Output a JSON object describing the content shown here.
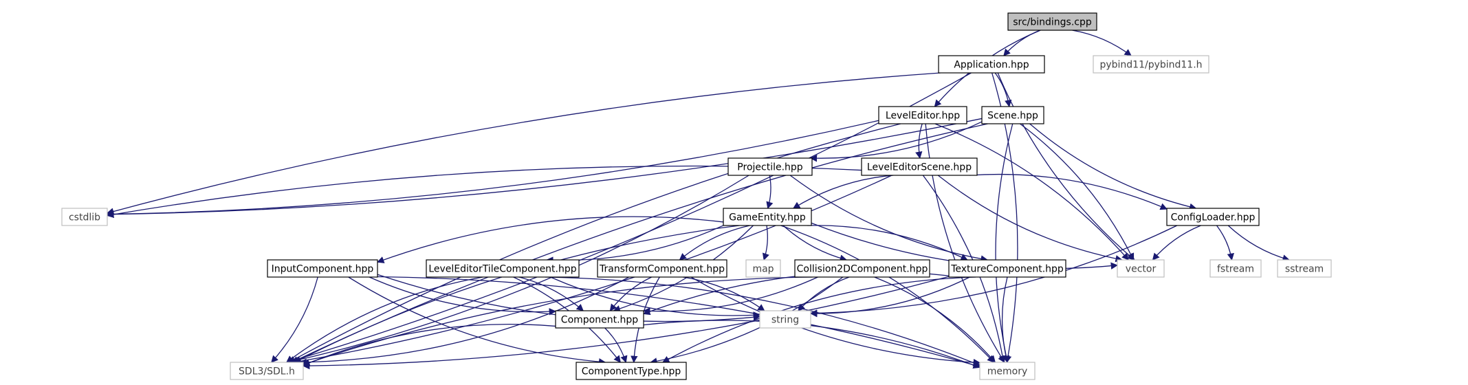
{
  "graph": {
    "colors": {
      "edge": "#191970",
      "node_border": "#000000",
      "external_border": "#bfbfbf",
      "root_fill": "#bfbfbf",
      "node_fill": "#ffffff",
      "external_text": "#444444"
    },
    "nodes": [
      {
        "id": "root",
        "label": "src/bindings.cpp",
        "kind": "root"
      },
      {
        "id": "application",
        "label": "Application.hpp",
        "kind": "file"
      },
      {
        "id": "pybind",
        "label": "pybind11/pybind11.h",
        "kind": "external"
      },
      {
        "id": "leveleditor",
        "label": "LevelEditor.hpp",
        "kind": "file"
      },
      {
        "id": "scene",
        "label": "Scene.hpp",
        "kind": "file"
      },
      {
        "id": "projectile",
        "label": "Projectile.hpp",
        "kind": "file"
      },
      {
        "id": "leveleditorscene",
        "label": "LevelEditorScene.hpp",
        "kind": "file"
      },
      {
        "id": "cstdlib",
        "label": "cstdlib",
        "kind": "external"
      },
      {
        "id": "gameentity",
        "label": "GameEntity.hpp",
        "kind": "file"
      },
      {
        "id": "configloader",
        "label": "ConfigLoader.hpp",
        "kind": "file"
      },
      {
        "id": "inputcomponent",
        "label": "InputComponent.hpp",
        "kind": "file"
      },
      {
        "id": "leveleditortile",
        "label": "LevelEditorTileComponent.hpp",
        "kind": "file"
      },
      {
        "id": "transform",
        "label": "TransformComponent.hpp",
        "kind": "file"
      },
      {
        "id": "map",
        "label": "map",
        "kind": "external"
      },
      {
        "id": "collision",
        "label": "Collision2DComponent.hpp",
        "kind": "file"
      },
      {
        "id": "texture",
        "label": "TextureComponent.hpp",
        "kind": "file"
      },
      {
        "id": "vector",
        "label": "vector",
        "kind": "external"
      },
      {
        "id": "fstream",
        "label": "fstream",
        "kind": "external"
      },
      {
        "id": "sstream",
        "label": "sstream",
        "kind": "external"
      },
      {
        "id": "component",
        "label": "Component.hpp",
        "kind": "file"
      },
      {
        "id": "string",
        "label": "string",
        "kind": "external"
      },
      {
        "id": "sdl",
        "label": "SDL3/SDL.h",
        "kind": "external"
      },
      {
        "id": "componenttype",
        "label": "ComponentType.hpp",
        "kind": "file"
      },
      {
        "id": "memory",
        "label": "memory",
        "kind": "external"
      }
    ],
    "edges": [
      [
        "root",
        "application"
      ],
      [
        "root",
        "pybind"
      ],
      [
        "root",
        "leveleditor"
      ],
      [
        "application",
        "scene"
      ],
      [
        "application",
        "cstdlib"
      ],
      [
        "application",
        "sdl"
      ],
      [
        "application",
        "vector"
      ],
      [
        "application",
        "memory"
      ],
      [
        "leveleditor",
        "leveleditorscene"
      ],
      [
        "leveleditor",
        "cstdlib"
      ],
      [
        "leveleditor",
        "sdl"
      ],
      [
        "leveleditor",
        "vector"
      ],
      [
        "leveleditor",
        "memory"
      ],
      [
        "scene",
        "projectile"
      ],
      [
        "scene",
        "configloader"
      ],
      [
        "scene",
        "cstdlib"
      ],
      [
        "scene",
        "sdl"
      ],
      [
        "scene",
        "vector"
      ],
      [
        "scene",
        "memory"
      ],
      [
        "projectile",
        "gameentity"
      ],
      [
        "projectile",
        "texture"
      ],
      [
        "projectile",
        "sdl"
      ],
      [
        "leveleditorscene",
        "gameentity"
      ],
      [
        "leveleditorscene",
        "configloader"
      ],
      [
        "leveleditorscene",
        "cstdlib"
      ],
      [
        "leveleditorscene",
        "sdl"
      ],
      [
        "leveleditorscene",
        "vector"
      ],
      [
        "leveleditorscene",
        "memory"
      ],
      [
        "gameentity",
        "inputcomponent"
      ],
      [
        "gameentity",
        "leveleditortile"
      ],
      [
        "gameentity",
        "transform"
      ],
      [
        "gameentity",
        "map"
      ],
      [
        "gameentity",
        "collision"
      ],
      [
        "gameentity",
        "texture"
      ],
      [
        "gameentity",
        "vector"
      ],
      [
        "gameentity",
        "component"
      ],
      [
        "gameentity",
        "sdl"
      ],
      [
        "gameentity",
        "memory"
      ],
      [
        "configloader",
        "vector"
      ],
      [
        "configloader",
        "fstream"
      ],
      [
        "configloader",
        "sstream"
      ],
      [
        "configloader",
        "string"
      ],
      [
        "inputcomponent",
        "component"
      ],
      [
        "inputcomponent",
        "sdl"
      ],
      [
        "inputcomponent",
        "componenttype"
      ],
      [
        "inputcomponent",
        "memory"
      ],
      [
        "inputcomponent",
        "string"
      ],
      [
        "leveleditortile",
        "component"
      ],
      [
        "leveleditortile",
        "sdl"
      ],
      [
        "leveleditortile",
        "componenttype"
      ],
      [
        "leveleditortile",
        "string"
      ],
      [
        "leveleditortile",
        "memory"
      ],
      [
        "transform",
        "component"
      ],
      [
        "transform",
        "sdl"
      ],
      [
        "transform",
        "componenttype"
      ],
      [
        "transform",
        "string"
      ],
      [
        "transform",
        "memory"
      ],
      [
        "collision",
        "component"
      ],
      [
        "collision",
        "sdl"
      ],
      [
        "collision",
        "componenttype"
      ],
      [
        "collision",
        "string"
      ],
      [
        "collision",
        "memory"
      ],
      [
        "texture",
        "component"
      ],
      [
        "texture",
        "sdl"
      ],
      [
        "texture",
        "componenttype"
      ],
      [
        "texture",
        "string"
      ],
      [
        "texture",
        "memory"
      ],
      [
        "component",
        "componenttype"
      ],
      [
        "component",
        "sdl"
      ],
      [
        "component",
        "memory"
      ]
    ]
  }
}
